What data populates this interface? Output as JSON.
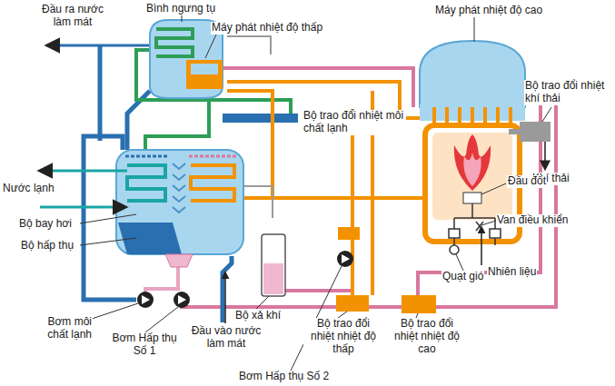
{
  "diagram": {
    "labels": [
      "Đầu ra nước làm mát",
      "Bình ngưng tụ",
      "Máy phát nhiệt độ thấp",
      "Máy phát nhiệt độ cao",
      "Bộ trao đổi nhiệt khí thải",
      "Bộ trao đổi nhiệt môi chất lạnh",
      "Khí thải",
      "Đầu đốt",
      "Van điều khiển",
      "Nhiên liệu",
      "Quạt gió",
      "Nước lạnh",
      "Bộ bay hơi",
      "Bộ hấp thụ",
      "Bơm môi chất lạnh",
      "Bơm Hấp thụ Số 1",
      "Đầu vào nước làm mát",
      "Bộ xả khí",
      "Bộ trao đổi nhiệt nhiệt độ thấp",
      "Bộ trao đổi nhiệt nhiệt độ cao",
      "Bơm Hấp thụ Số 2"
    ]
  }
}
